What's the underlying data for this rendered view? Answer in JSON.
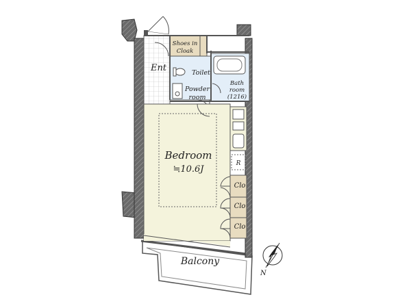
{
  "rooms": {
    "entrance": "Ent",
    "shoes_line1": "Shoes in",
    "shoes_line2": "Cloak",
    "toilet": "Toilet",
    "powder_line1": "Powder",
    "powder_line2": "room",
    "bath_line1": "Bath",
    "bath_line2": "room",
    "bath_line3": "(1216)",
    "bedroom": "Bedroom",
    "bedroom_size": "≒10.6J",
    "refrigerator": "R",
    "closet_1": "Clo",
    "closet_2": "Clo",
    "closet_3": "Clo",
    "balcony": "Balcony"
  },
  "compass": {
    "north_label": "N"
  },
  "colors": {
    "bedroom_floor": "#f4f3dc",
    "wet_area_floor": "#e3eef8",
    "storage_floor": "#e8dcc0",
    "entrance_floor": "#ffffff",
    "wall": "#555555"
  }
}
